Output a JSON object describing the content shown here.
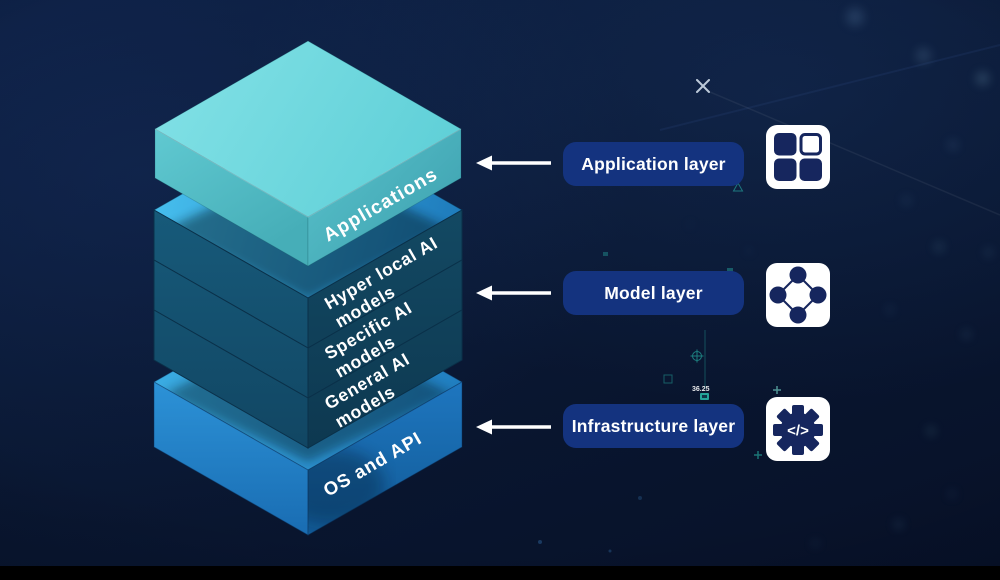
{
  "palette": {
    "background_navy": "#0a1833",
    "applications_top": "#74d9de",
    "applications_side": "#4fb6c1",
    "model_stack_face": "#14506d",
    "model_stack_top_band": "#2a9bd6",
    "os_box_blue": "#2187d0",
    "callout_pill_blue": "#14337f",
    "icon_glyph_navy": "#16265e",
    "accent_teal": "#2dd4bf",
    "text_white": "#ffffff"
  },
  "stack": {
    "applications": {
      "label": "Applications"
    },
    "model_layers": [
      {
        "line1": "Hyper local AI",
        "line2": "models"
      },
      {
        "line1": "Specific AI",
        "line2": "models"
      },
      {
        "line1": "General AI",
        "line2": "models"
      }
    ],
    "os": {
      "label": "OS and API"
    }
  },
  "callouts": [
    {
      "label": "Application layer",
      "icon": "grid-icon"
    },
    {
      "label": "Model layer",
      "icon": "network-nodes-icon"
    },
    {
      "label": "Infrastructure layer",
      "icon": "gear-code-icon"
    }
  ],
  "decorations": {
    "gear_code_text": "</>",
    "tiny_number": "36.25"
  }
}
